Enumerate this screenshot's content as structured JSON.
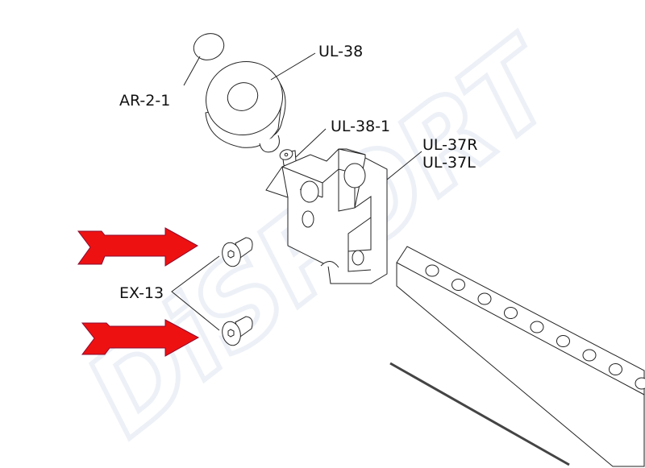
{
  "watermark": "DiSPORT",
  "labels": {
    "ar_2_1": "AR-2-1",
    "ul_38": "UL-38",
    "ul_38_1": "UL-38-1",
    "ul_37r": "UL-37R",
    "ul_37l": "UL-37L",
    "ex_13": "EX-13"
  },
  "colors": {
    "arrow": "#ee1111",
    "line": "#222222",
    "watermark": "#dfe6f2"
  }
}
